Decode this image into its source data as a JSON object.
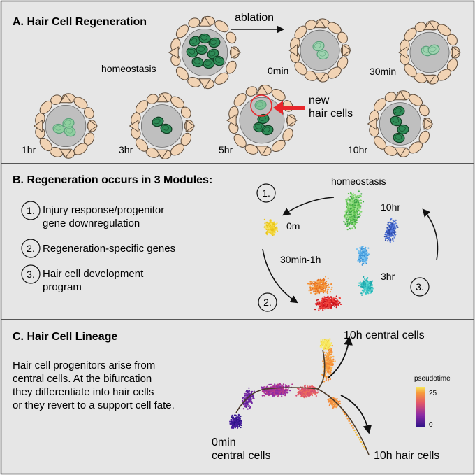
{
  "panel_a": {
    "title": "A. Hair Cell Regeneration",
    "ablation": "ablation",
    "homeostasis": "homeostasis",
    "t0": "0min",
    "t30": "30min",
    "t1h": "1hr",
    "t3h": "3hr",
    "t5h": "5hr",
    "t10h": "10hr",
    "new_line1": "new",
    "new_line2": "hair cells"
  },
  "panel_b": {
    "title": "B. Regeneration occurs in 3 Modules:",
    "modules": [
      {
        "num": "1.",
        "line1": "Injury response/progenitor",
        "line2": "gene downregulation"
      },
      {
        "num": "2.",
        "line1": "Regeneration-specific genes",
        "line2": ""
      },
      {
        "num": "3.",
        "line1": "Hair cell development",
        "line2": "program"
      }
    ],
    "umap": {
      "homeostasis": "homeostasis",
      "h10": "10hr",
      "m0": "0m",
      "m30": "30min-1h",
      "h3": "3hr",
      "c1": "1.",
      "c2": "2.",
      "c3": "3."
    }
  },
  "panel_c": {
    "title": "C. Hair Cell Lineage",
    "desc": [
      "Hair cell progenitors arise from",
      "central cells. At the bifurcation",
      "they differentiate into hair cells",
      "or they revert to a support cell fate."
    ],
    "central10": "10h central cells",
    "hair10": "10h hair cells",
    "start1": "0min",
    "start2": "central cells",
    "legend_title": "pseudotime",
    "legend_max": "25",
    "legend_min": "0"
  },
  "colors": {
    "panel_bg": "#e6e6e6",
    "support_cell": "#f1d3b4",
    "neuromast": "#bfbfbf",
    "hair_cell": "#2e8b57",
    "ghost_hair_cell": "#9ed3b0",
    "red_arrow": "#e8262b"
  }
}
